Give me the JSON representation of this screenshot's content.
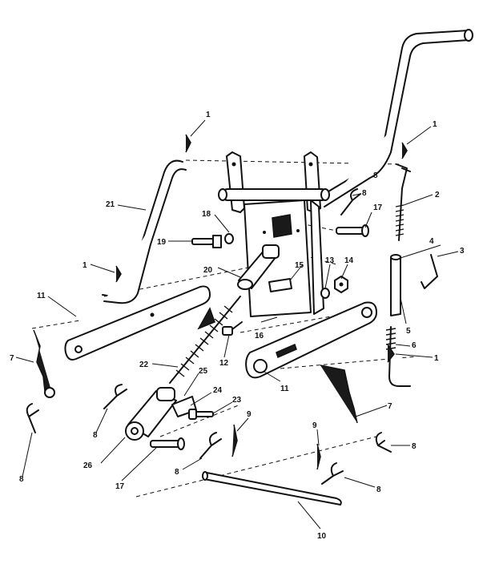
{
  "callouts": [
    {
      "id": "c1a",
      "text": "1"
    },
    {
      "id": "c1b",
      "text": "1"
    },
    {
      "id": "c1c",
      "text": "1"
    },
    {
      "id": "c1d",
      "text": "1"
    },
    {
      "id": "c2",
      "text": "2"
    },
    {
      "id": "c3",
      "text": "3"
    },
    {
      "id": "c4",
      "text": "4"
    },
    {
      "id": "c5",
      "text": "5"
    },
    {
      "id": "c6",
      "text": "6"
    },
    {
      "id": "c7a",
      "text": "7"
    },
    {
      "id": "c7b",
      "text": "7"
    },
    {
      "id": "c8a",
      "text": "8"
    },
    {
      "id": "c8b",
      "text": "8"
    },
    {
      "id": "c8c",
      "text": "8"
    },
    {
      "id": "c8d",
      "text": "8"
    },
    {
      "id": "c8e",
      "text": "8"
    },
    {
      "id": "c8f",
      "text": "8"
    },
    {
      "id": "c8g",
      "text": "8"
    },
    {
      "id": "c9a",
      "text": "9"
    },
    {
      "id": "c9b",
      "text": "9"
    },
    {
      "id": "c10",
      "text": "10"
    },
    {
      "id": "c11a",
      "text": "11"
    },
    {
      "id": "c11b",
      "text": "11"
    },
    {
      "id": "c12",
      "text": "12"
    },
    {
      "id": "c13",
      "text": "13"
    },
    {
      "id": "c14",
      "text": "14"
    },
    {
      "id": "c15",
      "text": "15"
    },
    {
      "id": "c16",
      "text": "16"
    },
    {
      "id": "c17a",
      "text": "17"
    },
    {
      "id": "c17b",
      "text": "17"
    },
    {
      "id": "c18",
      "text": "18"
    },
    {
      "id": "c19",
      "text": "19"
    },
    {
      "id": "c20",
      "text": "20"
    },
    {
      "id": "c21",
      "text": "21"
    },
    {
      "id": "c22",
      "text": "22"
    },
    {
      "id": "c23",
      "text": "23"
    },
    {
      "id": "c24",
      "text": "24"
    },
    {
      "id": "c25",
      "text": "25"
    },
    {
      "id": "c26",
      "text": "26"
    }
  ]
}
